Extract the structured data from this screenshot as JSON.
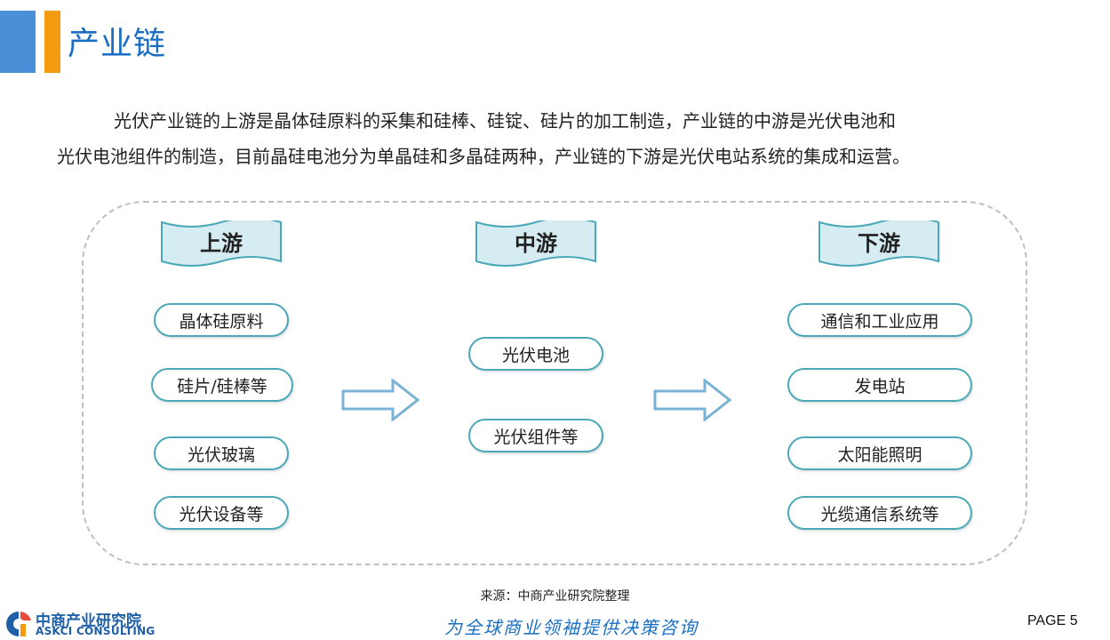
{
  "header": {
    "title": "产业链"
  },
  "intro": {
    "line1": "光伏产业链的上游是晶体硅原料的采集和硅棒、硅锭、硅片的加工制造，产业链的中游是光伏电池和",
    "line2": "光伏电池组件的制造，目前晶硅电池分为单晶硅和多晶硅两种，产业链的下游是光伏电站系统的集成和运营。"
  },
  "diagram": {
    "upstream": {
      "label": "上游",
      "items": [
        "晶体硅原料",
        "硅片/硅棒等",
        "光伏玻璃",
        "光伏设备等"
      ]
    },
    "midstream": {
      "label": "中游",
      "items": [
        "光伏电池",
        "光伏组件等"
      ]
    },
    "downstream": {
      "label": "下游",
      "items": [
        "通信和工业应用",
        "发电站",
        "太阳能照明",
        "光缆通信系统等"
      ]
    }
  },
  "footer": {
    "source": "来源：中商产业研究院整理",
    "logo_cn": "中商产业研究院",
    "logo_en": "ASKCI CONSULTING",
    "slogan": "为全球商业领袖提供决策咨询",
    "page_label": "PAGE 5"
  },
  "colors": {
    "title": "#1a6fc4",
    "accent_blue": "#4a90d9",
    "accent_orange": "#f39c12",
    "pill_border": "#4aa8b8",
    "banner_fill": "#d6ecf3"
  }
}
